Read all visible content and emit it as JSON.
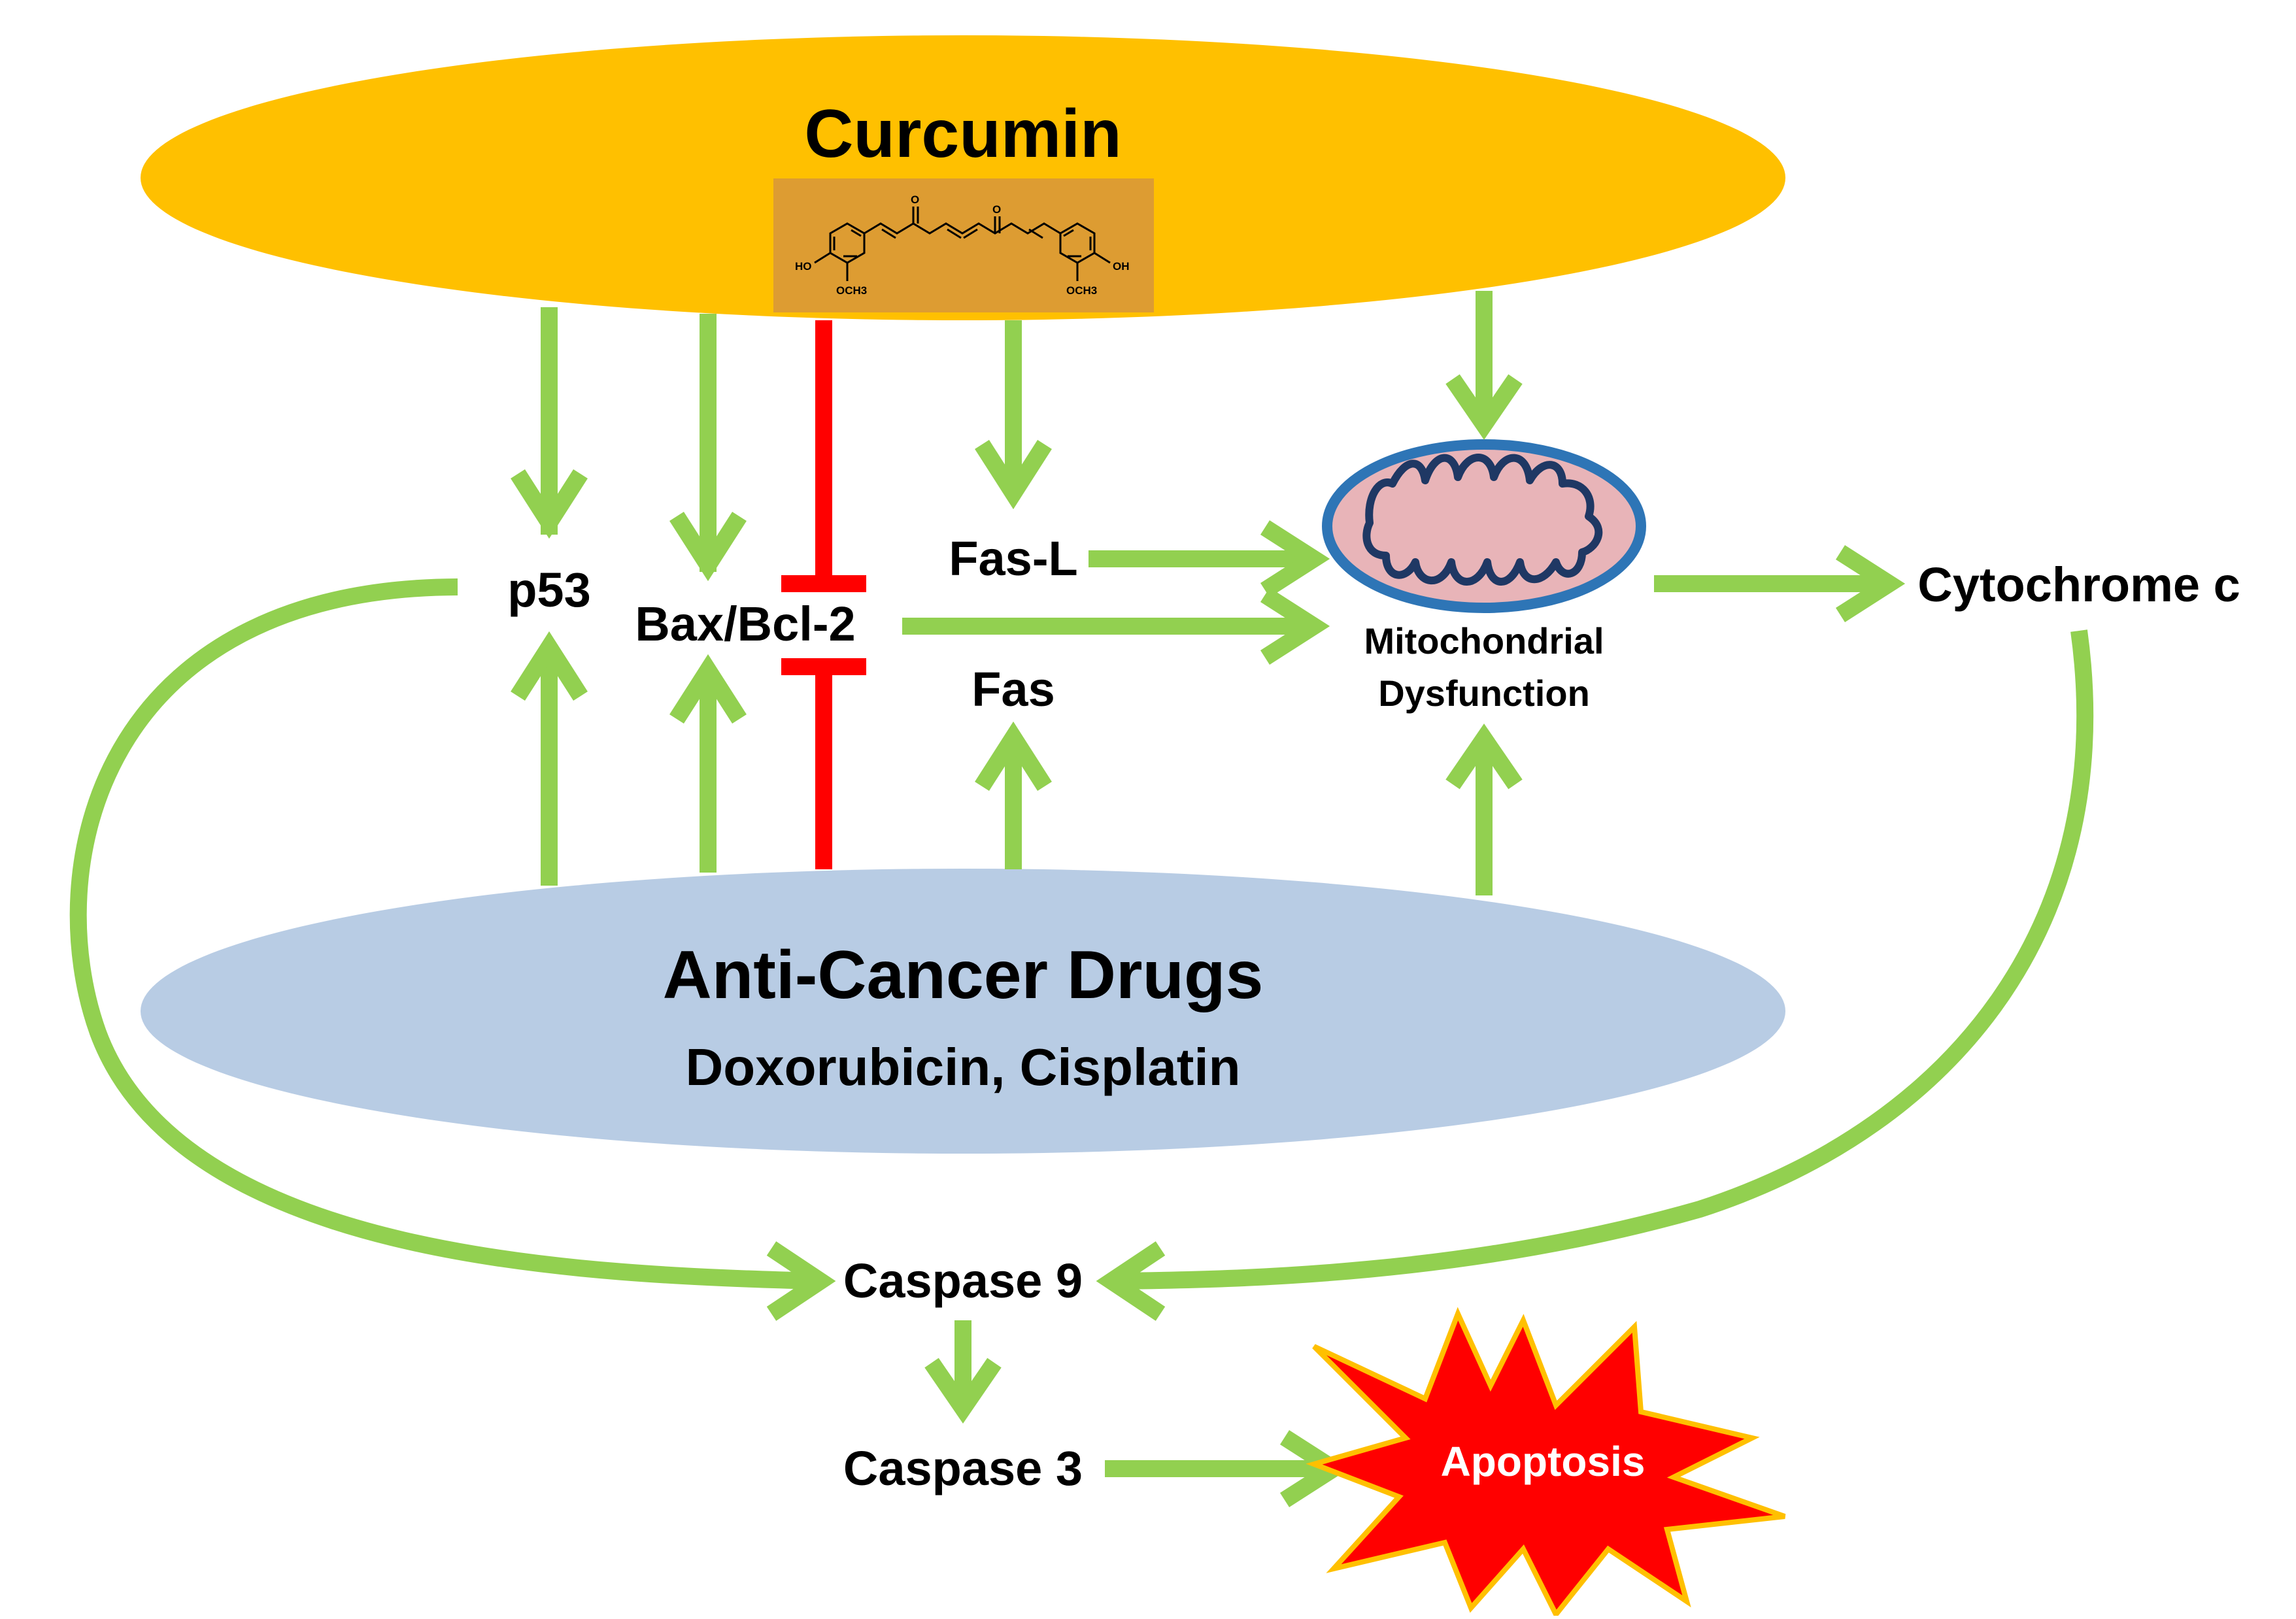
{
  "colors": {
    "curcumin_fill": "#ffc000",
    "molecule_bg": "#dd9c32",
    "drugs_fill": "#b8cce4",
    "activation": "#92d050",
    "inhibition": "#ff0000",
    "mito_outer": "#2e75b6",
    "mito_inner": "#e8b4b8",
    "mito_crista": "#1f3864",
    "apoptosis_fill": "#ff0000",
    "apoptosis_stroke": "#ffc000",
    "apoptosis_text": "#ffffff"
  },
  "curcumin": {
    "title": "Curcumin",
    "structure": {
      "left_hydroxyl": "HO",
      "left_methoxy": "OCH3",
      "right_hydroxyl": "OH",
      "right_methoxy": "OCH3",
      "carbonyl_oxygen": "O"
    }
  },
  "drugs": {
    "title": "Anti-Cancer Drugs",
    "subtitle": "Doxorubicin, Cisplatin"
  },
  "nodes": {
    "p53": "p53",
    "bax_bcl2": "Bax/Bcl-2",
    "fas_l": "Fas-L",
    "fas": "Fas",
    "mito_line1": "Mitochondrial",
    "mito_line2": "Dysfunction",
    "cytochrome_c": "Cytochrome c",
    "caspase9": "Caspase 9",
    "caspase3": "Caspase 3",
    "apoptosis": "Apoptosis"
  },
  "edges": [
    {
      "from": "Curcumin",
      "to": "p53",
      "type": "activation"
    },
    {
      "from": "Curcumin",
      "to": "Bax/Bcl-2",
      "type": "activation"
    },
    {
      "from": "Curcumin",
      "to": "Bax/Bcl-2",
      "type": "inhibition"
    },
    {
      "from": "Curcumin",
      "to": "Fas-L",
      "type": "activation"
    },
    {
      "from": "Curcumin",
      "to": "Mitochondrial Dysfunction",
      "type": "activation"
    },
    {
      "from": "Anti-Cancer Drugs",
      "to": "p53",
      "type": "activation"
    },
    {
      "from": "Anti-Cancer Drugs",
      "to": "Bax/Bcl-2",
      "type": "activation"
    },
    {
      "from": "Anti-Cancer Drugs",
      "to": "Bax/Bcl-2",
      "type": "inhibition"
    },
    {
      "from": "Anti-Cancer Drugs",
      "to": "Fas",
      "type": "activation"
    },
    {
      "from": "Anti-Cancer Drugs",
      "to": "Mitochondrial Dysfunction",
      "type": "activation"
    },
    {
      "from": "Fas-L",
      "to": "Mitochondrial Dysfunction",
      "type": "activation"
    },
    {
      "from": "Bax/Bcl-2",
      "to": "Mitochondrial Dysfunction",
      "type": "activation"
    },
    {
      "from": "Mitochondrial Dysfunction",
      "to": "Cytochrome c",
      "type": "activation"
    },
    {
      "from": "p53",
      "to": "Caspase 9",
      "type": "activation"
    },
    {
      "from": "Cytochrome c",
      "to": "Caspase 9",
      "type": "activation"
    },
    {
      "from": "Caspase 9",
      "to": "Caspase 3",
      "type": "activation"
    },
    {
      "from": "Caspase 3",
      "to": "Apoptosis",
      "type": "activation"
    }
  ]
}
